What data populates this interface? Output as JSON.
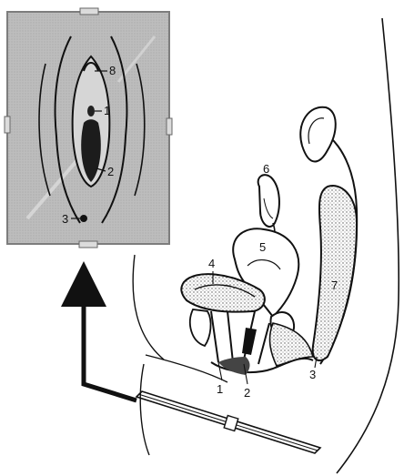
{
  "inset": {
    "labels": {
      "one": "1",
      "two": "2",
      "three": "3",
      "eight": "8"
    },
    "colors": {
      "background": "#bdbdbd",
      "frame": "#8a8a8a",
      "ink": "#111111"
    }
  },
  "main": {
    "labels": {
      "one": "1",
      "two": "2",
      "three": "3",
      "four": "4",
      "five": "5",
      "six": "6",
      "seven": "7"
    },
    "colors": {
      "ink": "#111111",
      "stipple": "#555555"
    }
  }
}
